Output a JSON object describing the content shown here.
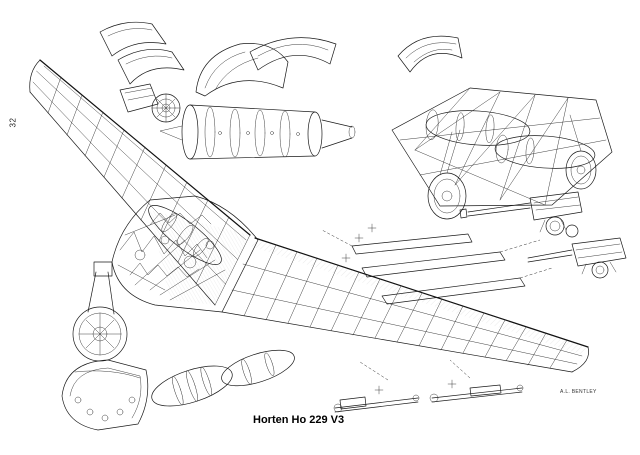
{
  "page": {
    "number": "32",
    "caption": "Horten Ho 229 V3",
    "artist_signature": "A.L. BENTLEY"
  },
  "figure": {
    "name": "Horten Ho 229 V3 flying-wing cutaway technical illustration",
    "ink_color": "#1a1a1a",
    "paper_color": "#ffffff",
    "elements": [
      "left-wing-cutaway",
      "right-wing-rib-structure",
      "center-fuselage-framework",
      "turbojet-engine-detail",
      "nose-cone-part",
      "canopy-parts",
      "engine-cowling-part",
      "center-section-tube-frame",
      "main-wheels",
      "cannon-detail-upper",
      "cannon-detail-lower",
      "control-surface-details",
      "nose-wheel-assembly",
      "cockpit-shell-part",
      "drop-tanks",
      "undercarriage-leg-details"
    ]
  }
}
